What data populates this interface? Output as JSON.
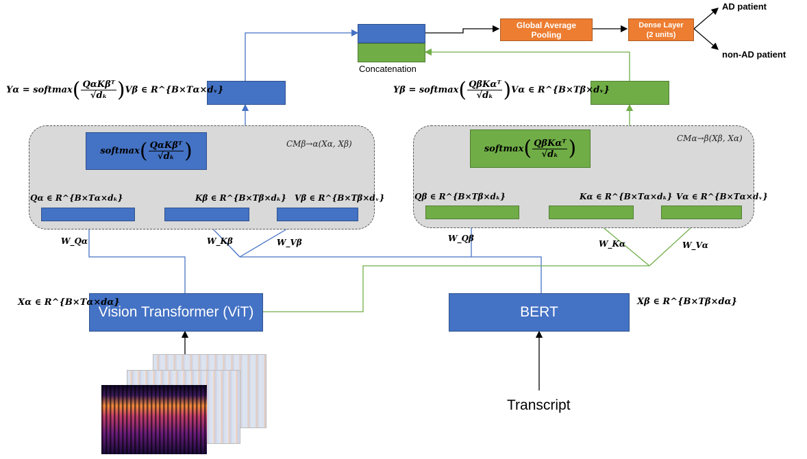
{
  "nodes": {
    "vit": "Vision Transformer (ViT)",
    "bert": "BERT",
    "gap": "Global Average Pooling",
    "dense": "Dense Layer (2 units)",
    "concat": "Concatenation",
    "transcript": "Transcript",
    "ad_patient": "AD patient",
    "non_ad_patient": "non-AD patient"
  },
  "modules": {
    "left_cm": "CMβ→α(Xα, Xβ)",
    "right_cm": "CMα→β(Xβ, Xα)"
  },
  "formulas": {
    "y_alpha_lhs": "Yα = softmax",
    "y_alpha_num": "QαKβᵀ",
    "y_alpha_den": "√dₖ",
    "y_alpha_rhs": "Vβ ∈ R^{B×Tα×dᵥ}",
    "y_beta_lhs": "Yβ = softmax",
    "y_beta_num": "QβKαᵀ",
    "y_beta_den": "√dₖ",
    "y_beta_rhs": "Vα ∈ R^{B×Tβ×dᵥ}",
    "softmax_word": "softmax",
    "left_soft_num": "QαKβᵀ",
    "right_soft_num": "QβKαᵀ",
    "soft_den": "√dₖ"
  },
  "projections": {
    "q_alpha": "Qα ∈ R^{B×Tα×dₖ}",
    "k_beta": "Kβ ∈ R^{B×Tβ×dₖ}",
    "v_beta": "Vβ ∈ R^{B×Tβ×dᵥ}",
    "q_beta": "Qβ ∈ R^{B×Tβ×dₖ}",
    "k_alpha": "Kα ∈ R^{B×Tα×dₖ}",
    "v_alpha": "Vα ∈ R^{B×Tα×dᵥ}"
  },
  "weights": {
    "w_q_alpha": "W_Qα",
    "w_k_beta": "W_Kβ",
    "w_v_beta": "W_Vβ",
    "w_q_beta": "W_Qβ",
    "w_k_alpha": "W_Kα",
    "w_v_alpha": "W_Vα"
  },
  "inputs": {
    "x_alpha": "Xα ∈ R^{B×Tα×dα}",
    "x_beta": "Xβ ∈ R^{B×Tβ×dα}"
  },
  "colors": {
    "blue": "#4472c4",
    "green": "#70ad47",
    "orange": "#ed7d31",
    "panel": "#d9d9d9"
  }
}
